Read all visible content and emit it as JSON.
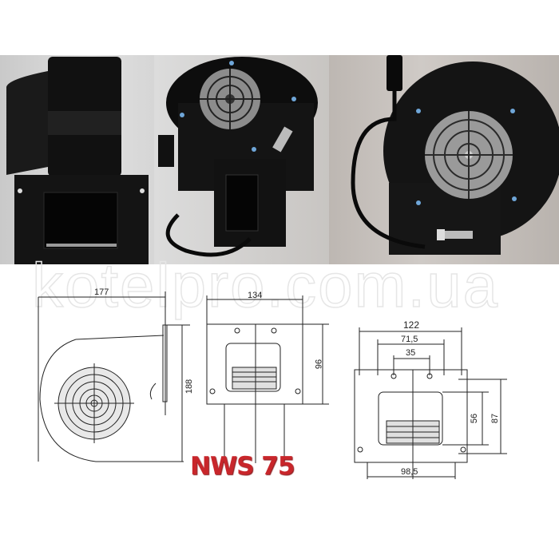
{
  "product": {
    "model_label": "NWS 75",
    "model_color": "#c8262b",
    "watermark": "kotelpro.com.ua"
  },
  "photos": [
    {
      "name": "photo-side-view",
      "description": "black blower, side view with outlet flange"
    },
    {
      "name": "photo-angled-view",
      "description": "black blower, angled view with inlet grille and cable"
    },
    {
      "name": "photo-front-view",
      "description": "black blower, front view with inlet grille, plug and cable"
    }
  ],
  "drawings": {
    "side": {
      "width": "177",
      "height": "188"
    },
    "front": {
      "width": "134",
      "height": "96"
    },
    "flange": {
      "width": "122",
      "hole_span": "71,5",
      "inner_span": "35",
      "bottom_span": "98,5",
      "opening_height": "56",
      "flange_height": "87"
    }
  }
}
